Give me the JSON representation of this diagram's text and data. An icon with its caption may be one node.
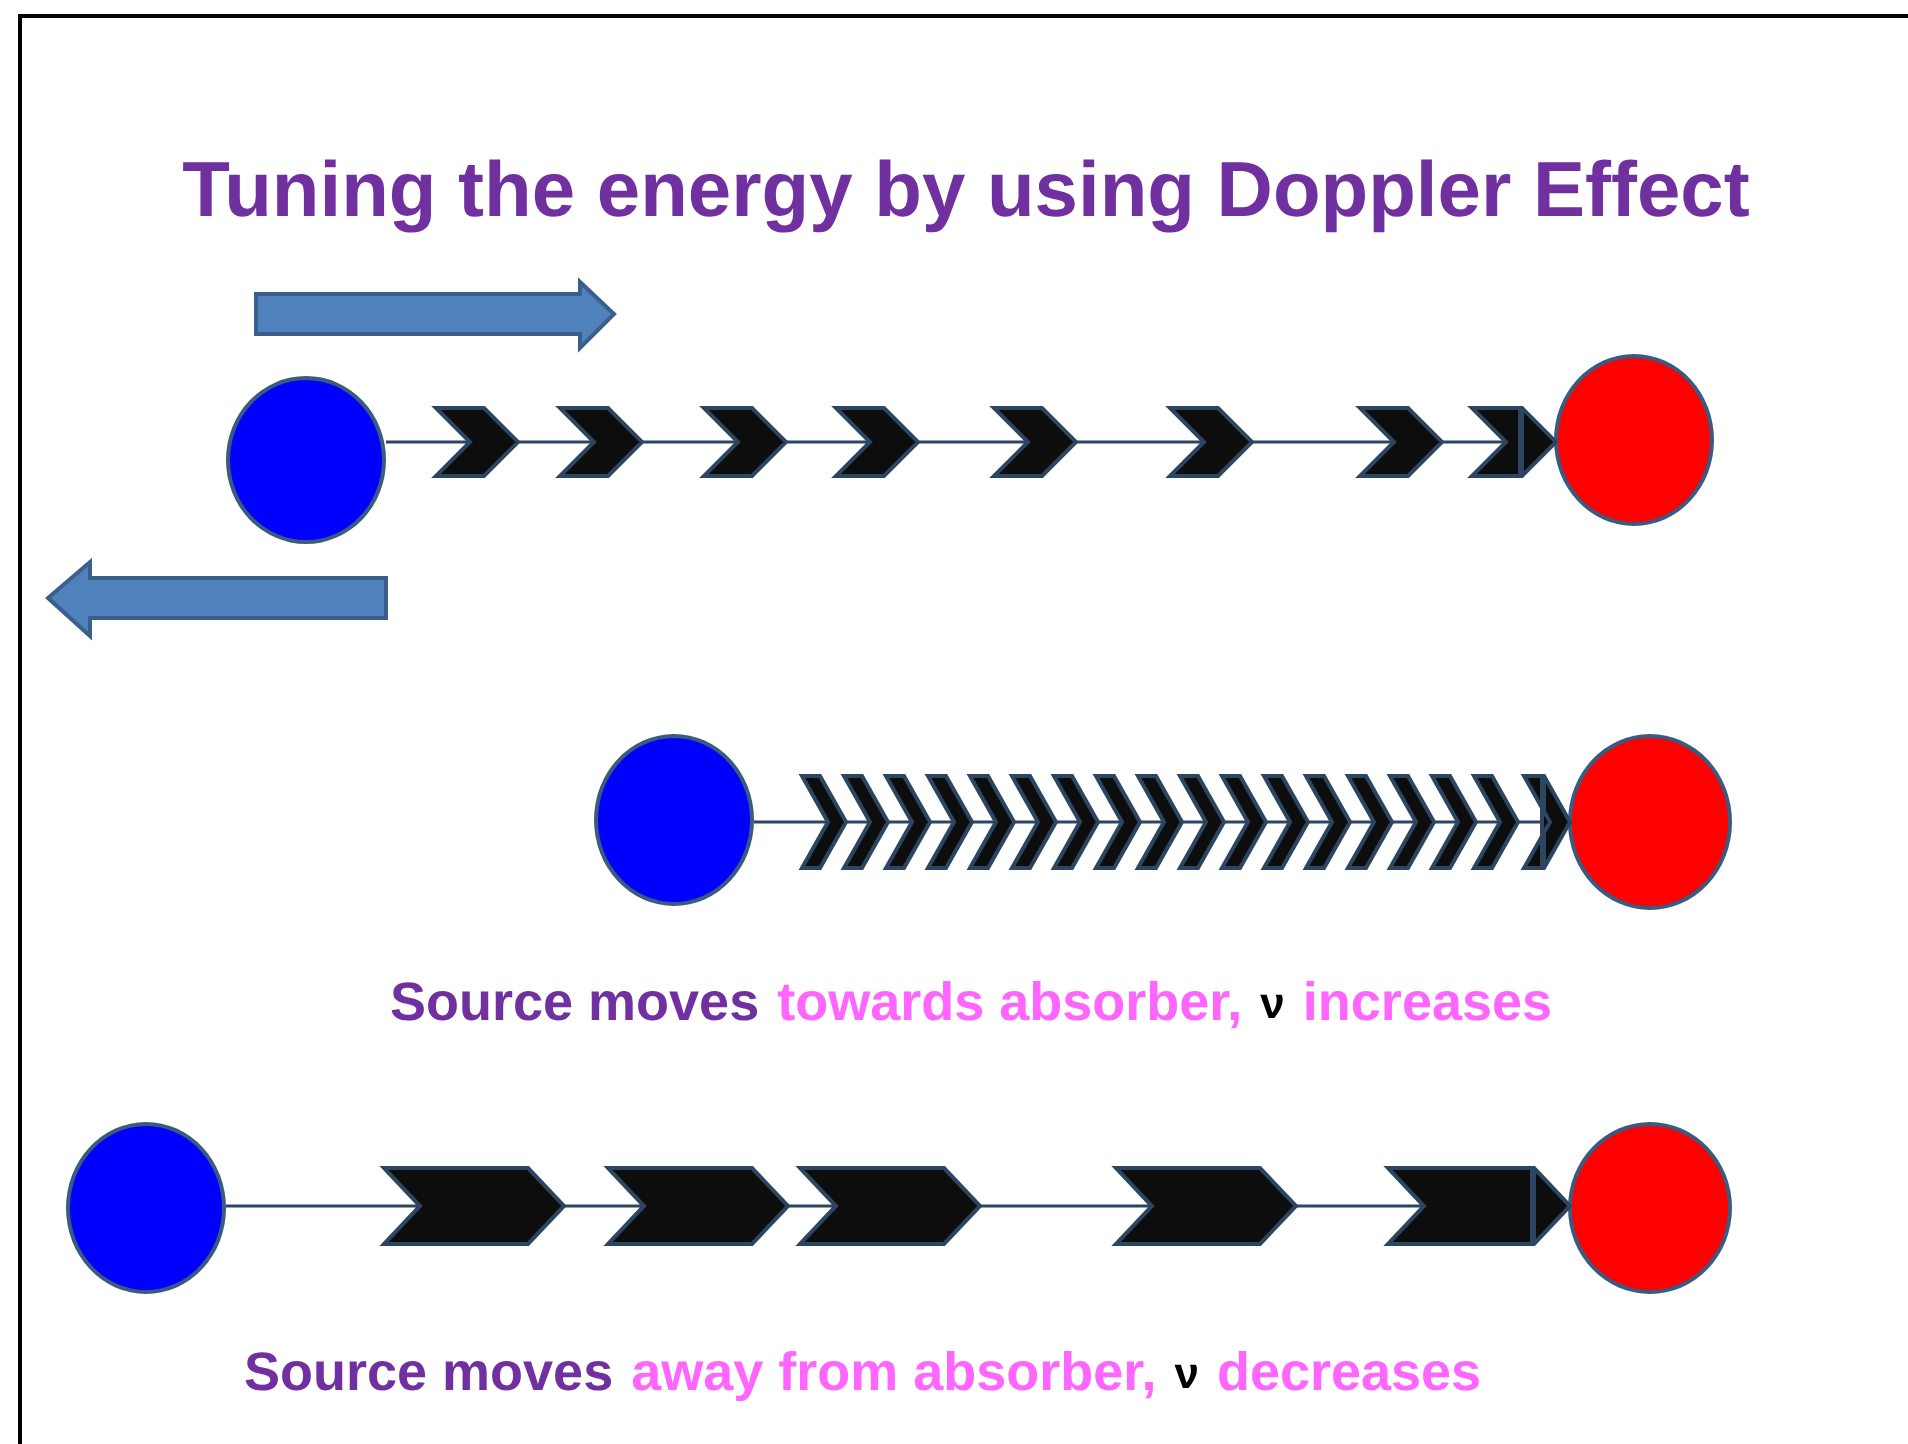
{
  "diagram": {
    "title": "Tuning the energy by using Doppler Effect",
    "nodes": [
      {
        "text": [],
        "shape": "circle"
      },
      {
        "text": [],
        "shape": "circle"
      },
      {
        "text": [],
        "shape": "circle"
      },
      {
        "text": [],
        "shape": "circle"
      },
      {
        "text": [],
        "shape": "circle"
      },
      {
        "text": [],
        "shape": "circle"
      }
    ],
    "edges": [
      {
        "from": 0,
        "to": 1,
        "arrow": "to"
      },
      {
        "from": 2,
        "to": 3,
        "arrow": "to"
      },
      {
        "from": 4,
        "to": 5,
        "arrow": "to"
      }
    ],
    "labels": [
      "Source moves",
      "towards absorber,",
      "ν",
      "increases",
      "Source moves",
      "away from absorber,",
      "ν",
      "decreases"
    ]
  }
}
